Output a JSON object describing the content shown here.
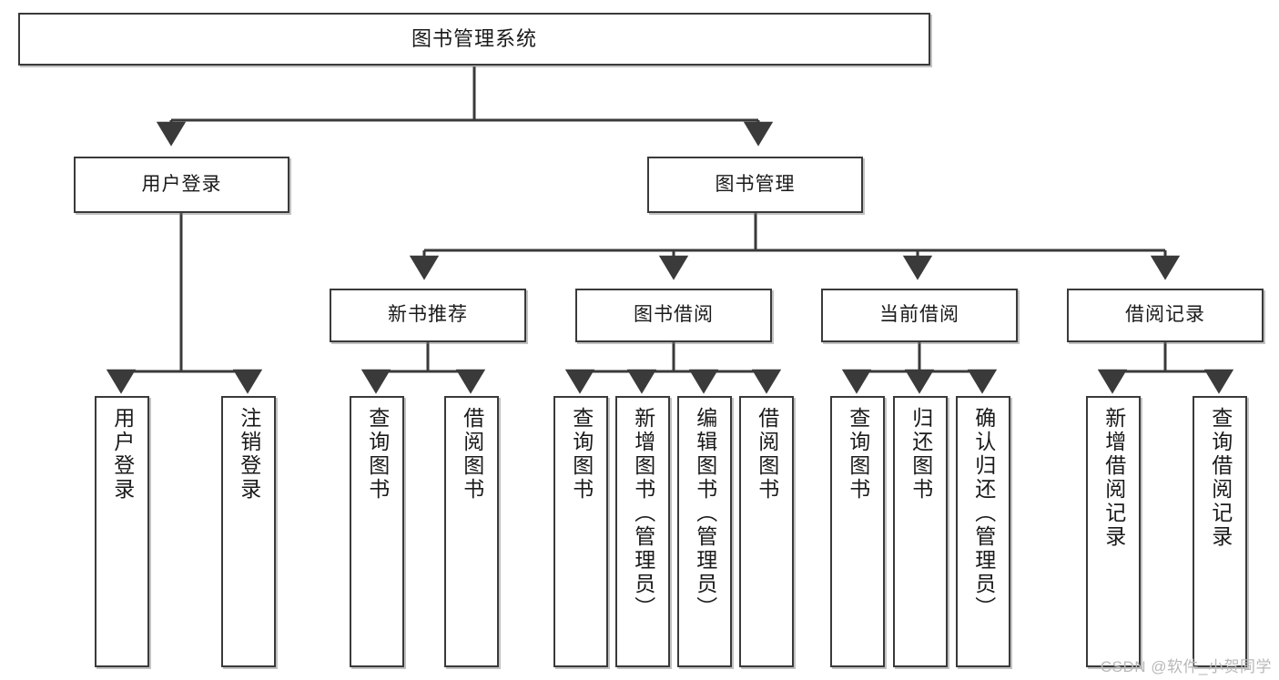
{
  "diagram": {
    "type": "tree-hierarchy-chart",
    "title": "图书管理系统",
    "watermark": "CSDN @软件_小贺同学",
    "colors": {
      "box_border": "#3a3a3a",
      "box_fill": "#ffffff",
      "connector": "#3a3a3a",
      "text": "#1a1a1a",
      "watermark": "#b8b8b8"
    },
    "levels": {
      "root": {
        "label": "图书管理系统"
      },
      "level2": [
        {
          "id": "user-login",
          "label": "用户登录"
        },
        {
          "id": "book-manage",
          "label": "图书管理"
        }
      ],
      "level3": [
        {
          "id": "new-book-recommend",
          "label": "新书推荐"
        },
        {
          "id": "book-borrow",
          "label": "图书借阅"
        },
        {
          "id": "current-borrow",
          "label": "当前借阅"
        },
        {
          "id": "borrow-record",
          "label": "借阅记录"
        }
      ],
      "leaves": {
        "user-login": [
          {
            "id": "leaf-user-login",
            "label": "用户登录"
          },
          {
            "id": "leaf-user-logout",
            "label": "注销登录"
          }
        ],
        "new-book-recommend": [
          {
            "id": "leaf-query-book-1",
            "label": "查询图书"
          },
          {
            "id": "leaf-borrow-book-1",
            "label": "借阅图书"
          }
        ],
        "book-borrow": [
          {
            "id": "leaf-query-book-2",
            "label": "查询图书"
          },
          {
            "id": "leaf-add-book",
            "label": "新增图书（管理员）"
          },
          {
            "id": "leaf-edit-book",
            "label": "编辑图书（管理员）"
          },
          {
            "id": "leaf-borrow-book-2",
            "label": "借阅图书"
          }
        ],
        "current-borrow": [
          {
            "id": "leaf-query-book-3",
            "label": "查询图书"
          },
          {
            "id": "leaf-return-book",
            "label": "归还图书"
          },
          {
            "id": "leaf-confirm-return",
            "label": "确认归还（管理员）"
          }
        ],
        "borrow-record": [
          {
            "id": "leaf-add-record",
            "label": "新增借阅记录"
          },
          {
            "id": "leaf-query-record",
            "label": "查询借阅记录"
          }
        ]
      }
    }
  }
}
